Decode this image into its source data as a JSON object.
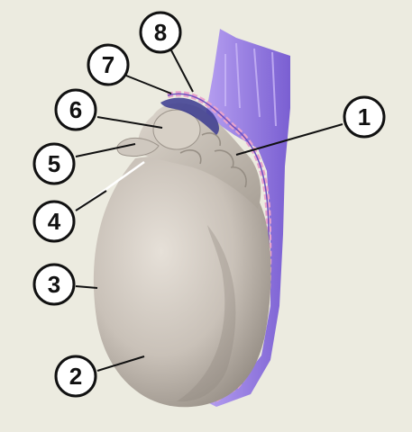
{
  "diagram": {
    "colors": {
      "background": "#ecebe0",
      "organ": "#cfc8bf",
      "organ_shadow": "#9d958c",
      "tunic": "#9a7ee0",
      "tunic_edge": "#e9a4cc",
      "leader": "#111111"
    },
    "callouts": [
      {
        "id": "1",
        "label": "1"
      },
      {
        "id": "2",
        "label": "2"
      },
      {
        "id": "3",
        "label": "3"
      },
      {
        "id": "4",
        "label": "4"
      },
      {
        "id": "5",
        "label": "5"
      },
      {
        "id": "6",
        "label": "6"
      },
      {
        "id": "7",
        "label": "7"
      },
      {
        "id": "8",
        "label": "8"
      }
    ]
  }
}
